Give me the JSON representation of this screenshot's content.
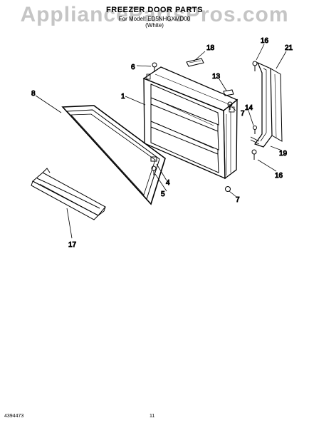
{
  "header": {
    "watermark": "AppliancePartsPros.com",
    "title": "FREEZER DOOR PARTS",
    "models": "For Model: ED5NHGXMD00",
    "color": "(White)"
  },
  "callouts": {
    "c1": "1",
    "c4": "4",
    "c5": "5",
    "c6": "6",
    "c7a": "7",
    "c7b": "7",
    "c8": "8",
    "c13": "13",
    "c14": "14",
    "c16a": "16",
    "c16b": "16",
    "c17": "17",
    "c18": "18",
    "c19": "19",
    "c21": "21"
  },
  "footer": {
    "doc_number": "4394473",
    "page_number": "11"
  }
}
